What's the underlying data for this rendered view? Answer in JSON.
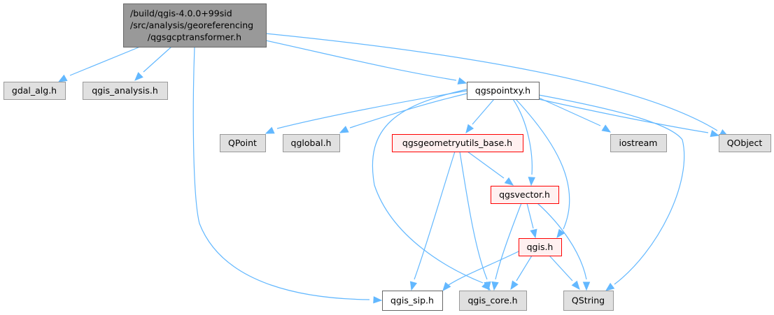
{
  "diagram": {
    "type": "include-dependency-graph",
    "colors": {
      "edge": "#63b8ff",
      "root_fill": "#999999",
      "root_border": "#666666",
      "external_fill": "#e0e0e0",
      "external_border": "#999999",
      "documented_fill": "#ffffff",
      "documented_border": "#666666",
      "truncated_fill": "#fff0f0",
      "truncated_border": "#ff0000"
    },
    "nodes": [
      {
        "id": "root",
        "kind": "root",
        "lines": [
          "/build/qgis-4.0.0+99sid",
          "/src/analysis/georeferencing",
          "/qgsgcptransformer.h"
        ]
      },
      {
        "id": "gdal_alg",
        "kind": "external",
        "lines": [
          "gdal_alg.h"
        ]
      },
      {
        "id": "qgis_analysis",
        "kind": "external",
        "lines": [
          "qgis_analysis.h"
        ]
      },
      {
        "id": "qgspointxy",
        "kind": "documented",
        "lines": [
          "qgspointxy.h"
        ]
      },
      {
        "id": "qobject",
        "kind": "external",
        "lines": [
          "QObject"
        ]
      },
      {
        "id": "qpoint",
        "kind": "external",
        "lines": [
          "QPoint"
        ]
      },
      {
        "id": "qglobal",
        "kind": "external",
        "lines": [
          "qglobal.h"
        ]
      },
      {
        "id": "qgsgeometryutils_base",
        "kind": "truncated",
        "lines": [
          "qgsgeometryutils_base.h"
        ]
      },
      {
        "id": "iostream",
        "kind": "external",
        "lines": [
          "iostream"
        ]
      },
      {
        "id": "qgsvector",
        "kind": "truncated",
        "lines": [
          "qgsvector.h"
        ]
      },
      {
        "id": "qgis",
        "kind": "truncated",
        "lines": [
          "qgis.h"
        ]
      },
      {
        "id": "qgis_sip",
        "kind": "documented",
        "lines": [
          "qgis_sip.h"
        ]
      },
      {
        "id": "qgis_core",
        "kind": "external",
        "lines": [
          "qgis_core.h"
        ]
      },
      {
        "id": "qstring",
        "kind": "external",
        "lines": [
          "QString"
        ]
      }
    ],
    "edges": [
      {
        "from": "root",
        "to": "gdal_alg"
      },
      {
        "from": "root",
        "to": "qgis_analysis"
      },
      {
        "from": "root",
        "to": "qgspointxy"
      },
      {
        "from": "root",
        "to": "qobject"
      },
      {
        "from": "root",
        "to": "qgis_sip"
      },
      {
        "from": "qgspointxy",
        "to": "qpoint"
      },
      {
        "from": "qgspointxy",
        "to": "qglobal"
      },
      {
        "from": "qgspointxy",
        "to": "qgsgeometryutils_base"
      },
      {
        "from": "qgspointxy",
        "to": "iostream"
      },
      {
        "from": "qgspointxy",
        "to": "qobject"
      },
      {
        "from": "qgspointxy",
        "to": "qgsvector"
      },
      {
        "from": "qgspointxy",
        "to": "qgis"
      },
      {
        "from": "qgspointxy",
        "to": "qgis_core"
      },
      {
        "from": "qgspointxy",
        "to": "qstring"
      },
      {
        "from": "qgsgeometryutils_base",
        "to": "qgsvector"
      },
      {
        "from": "qgsgeometryutils_base",
        "to": "qgis_sip"
      },
      {
        "from": "qgsgeometryutils_base",
        "to": "qgis_core"
      },
      {
        "from": "qgsvector",
        "to": "qgis"
      },
      {
        "from": "qgsvector",
        "to": "qgis_core"
      },
      {
        "from": "qgsvector",
        "to": "qstring"
      },
      {
        "from": "qgis",
        "to": "qgis_sip"
      },
      {
        "from": "qgis",
        "to": "qgis_core"
      },
      {
        "from": "qgis",
        "to": "qstring"
      }
    ]
  }
}
